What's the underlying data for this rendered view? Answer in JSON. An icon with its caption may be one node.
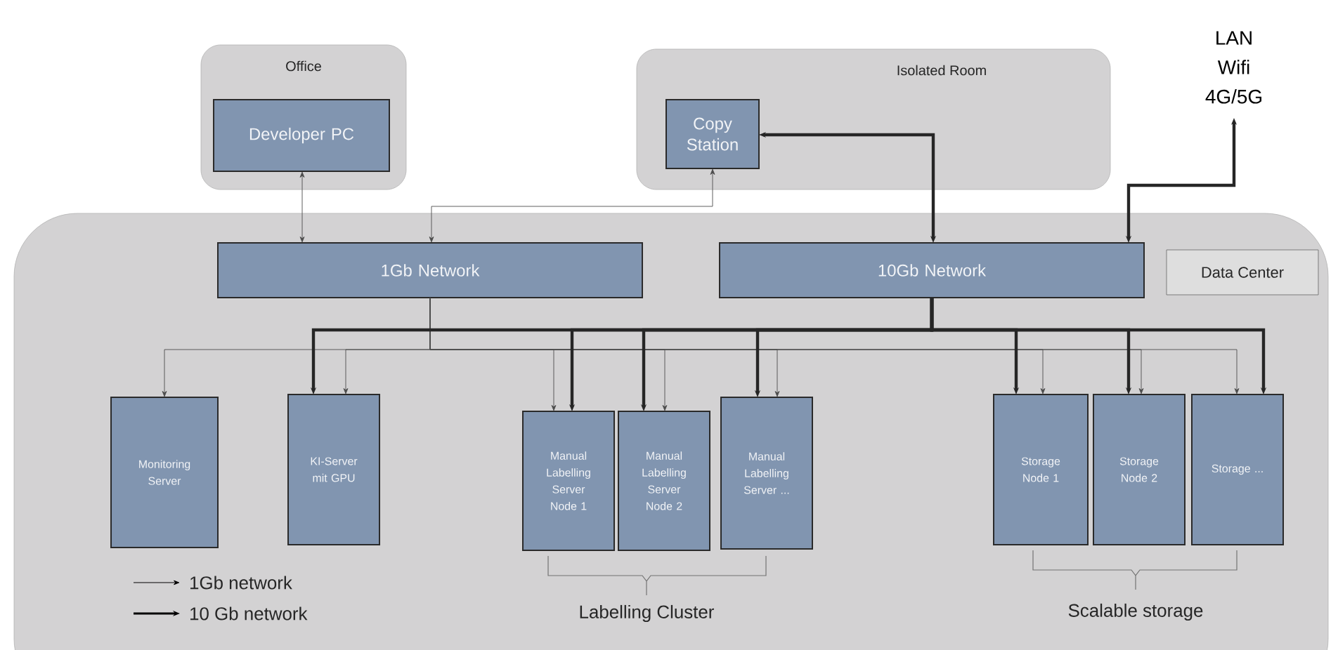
{
  "diagram": {
    "nodes": [
      {
        "text": [
          "Office"
        ]
      },
      {
        "text": [
          "Developer PC"
        ],
        "in": 0
      },
      {
        "text": [
          "Isolated Room"
        ]
      },
      {
        "text": [
          "Copy Station"
        ],
        "in": 2
      },
      {
        "text": [
          "Data Center"
        ]
      },
      {
        "text": [
          "1Gb Network"
        ],
        "in": 4
      },
      {
        "text": [
          "10Gb Network"
        ],
        "in": 4
      },
      {
        "text": [
          "Monitoring Server"
        ],
        "in": 4
      },
      {
        "text": [
          "KI-Server mit GPU"
        ],
        "in": 4
      },
      {
        "text": [
          "Manual Labelling Server Node 1"
        ],
        "in": 4
      },
      {
        "text": [
          "Manual Labelling Server Node 2"
        ],
        "in": 4
      },
      {
        "text": [
          "Manual Labelling Server ..."
        ],
        "in": 4
      },
      {
        "text": [
          "Storage Node 1"
        ],
        "in": 4
      },
      {
        "text": [
          "Storage Node 2"
        ],
        "in": 4
      },
      {
        "text": [
          "Storage ..."
        ],
        "in": 4
      },
      {
        "text": [
          "LAN",
          "Wifi",
          "4G/5G"
        ]
      }
    ],
    "edges": [
      {
        "from": 1,
        "to": 5,
        "arrow": "both"
      },
      {
        "from": 5,
        "to": 3,
        "arrow": "both"
      },
      {
        "from": 3,
        "to": 6,
        "arrow": "both",
        "style": "thick"
      },
      {
        "from": 6,
        "to": 15,
        "arrow": "both",
        "style": "thick"
      },
      {
        "from": 5,
        "to": 7,
        "arrow": "to"
      },
      {
        "from": 5,
        "to": 8,
        "arrow": "to"
      },
      {
        "from": 5,
        "to": 9,
        "arrow": "to"
      },
      {
        "from": 5,
        "to": 10,
        "arrow": "to"
      },
      {
        "from": 5,
        "to": 11,
        "arrow": "to"
      },
      {
        "from": 5,
        "to": 12,
        "arrow": "to"
      },
      {
        "from": 5,
        "to": 13,
        "arrow": "to"
      },
      {
        "from": 5,
        "to": 14,
        "arrow": "to"
      },
      {
        "from": 6,
        "to": 8,
        "arrow": "to",
        "style": "thick"
      },
      {
        "from": 6,
        "to": 9,
        "arrow": "to",
        "style": "thick"
      },
      {
        "from": 6,
        "to": 10,
        "arrow": "to",
        "style": "thick"
      },
      {
        "from": 6,
        "to": 11,
        "arrow": "to",
        "style": "thick"
      },
      {
        "from": 6,
        "to": 12,
        "arrow": "to",
        "style": "thick"
      },
      {
        "from": 6,
        "to": 13,
        "arrow": "to",
        "style": "thick"
      },
      {
        "from": 6,
        "to": 14,
        "arrow": "to",
        "style": "thick"
      }
    ],
    "labels": [
      "Labelling Cluster",
      "Scalable storage"
    ],
    "legend": [
      {
        "text": "1Gb network"
      },
      {
        "text": "10 Gb network"
      }
    ]
  }
}
